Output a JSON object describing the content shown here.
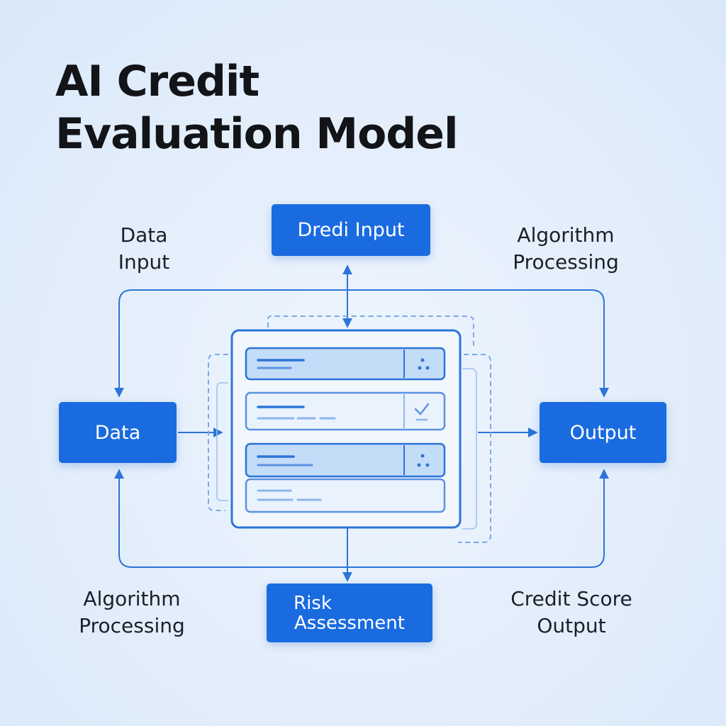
{
  "title": {
    "line1": "AI Credit",
    "line2": "Evaluation Model"
  },
  "nodes": {
    "credi_input": "Dredi Input",
    "data": "Data",
    "output": "Output",
    "risk_assessment": {
      "line1": "Risk",
      "line2": "Assessment"
    }
  },
  "captions": {
    "data_input": {
      "line1": "Data",
      "line2": "Input"
    },
    "algorithm_processing_top": {
      "line1": "Algorithm",
      "line2": "Processing"
    },
    "algorithm_processing_bottom": {
      "line1": "Algorithm",
      "line2": "Processing"
    },
    "credit_score_output": {
      "line1": "Credit Score",
      "line2": "Output"
    }
  },
  "center_panel": {
    "rows": [
      {
        "icon": "dots-icon",
        "highlighted": true
      },
      {
        "icon": "check-icon",
        "highlighted": false
      },
      {
        "icon": "dots-icon",
        "highlighted": true
      },
      {
        "icon": "none",
        "highlighted": false
      }
    ]
  },
  "colors": {
    "accent": "#1a6be0",
    "line": "#2c74d8",
    "background": "#e6f0fb"
  }
}
